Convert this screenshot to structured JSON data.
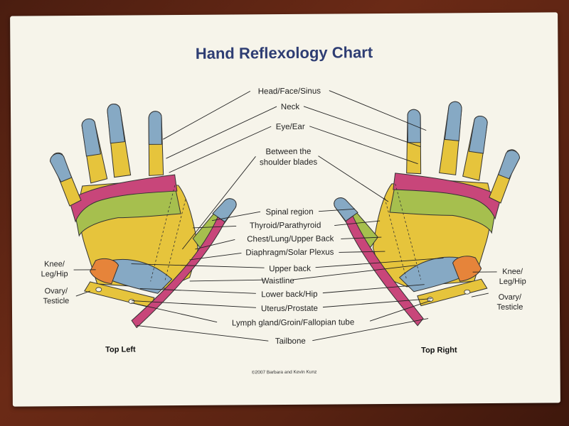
{
  "title": "Hand Reflexology Chart",
  "labels": {
    "head": "Head/Face/Sinus",
    "neck": "Neck",
    "eye": "Eye/Ear",
    "between1": "Between the",
    "between2": "shoulder blades",
    "spinal": "Spinal region",
    "thyroid": "Thyroid/Parathyroid",
    "chest": "Chest/Lung/Upper Back",
    "diaphragm": "Diaphragm/Solar Plexus",
    "upper_back": "Upper back",
    "waistline": "Waistline",
    "lower_back": "Lower back/Hip",
    "uterus": "Uterus/Prostate",
    "lymph": "Lymph gland/Groin/Fallopian tube",
    "tailbone": "Tailbone"
  },
  "left_side": {
    "knee": [
      "Knee/",
      "Leg/Hip"
    ],
    "ovary": [
      "Ovary/",
      "Testicle"
    ]
  },
  "right_side": {
    "knee": [
      "Knee/",
      "Leg/Hip"
    ],
    "ovary": [
      "Ovary/",
      "Testicle"
    ]
  },
  "captions": {
    "left": "Top Left",
    "right": "Top Right"
  },
  "copyright": "©2007 Barbara and Kevin Kunz",
  "colors": {
    "blue": "#86a9c4",
    "yellow": "#e6c43c",
    "magenta": "#c8467a",
    "green": "#a6bf4e",
    "orange": "#e6843a",
    "card": "#f6f4ea",
    "title": "#2e3d73"
  }
}
